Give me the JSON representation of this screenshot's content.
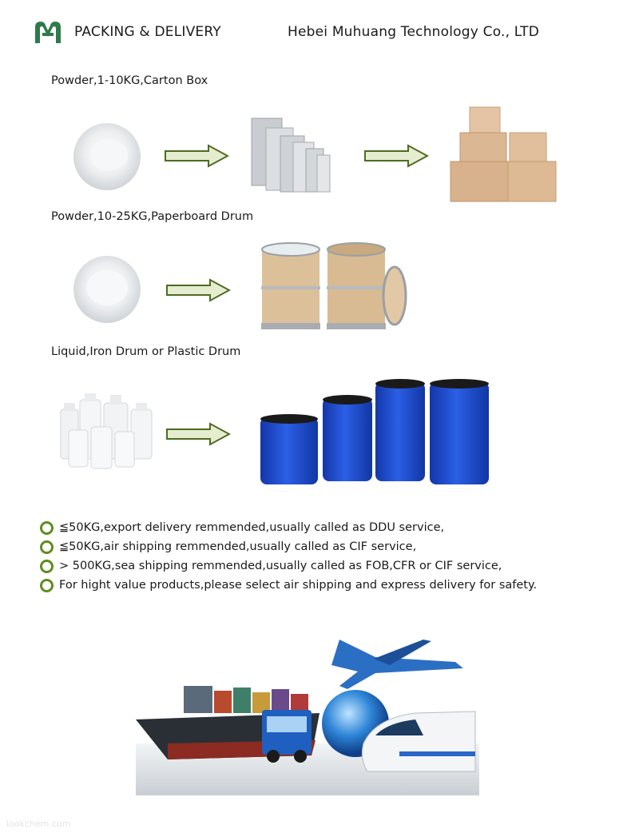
{
  "header": {
    "title": "PACKING & DELIVERY",
    "company": "Hebei Muhuang Technology Co., LTD",
    "logo_color": "#2e7a4a"
  },
  "sections": [
    {
      "label": "Powder,1-10KG,Carton Box"
    },
    {
      "label": "Powder,10-25KG,Paperboard Drum"
    },
    {
      "label": "Liquid,Iron Drum or Plastic Drum"
    }
  ],
  "notes": [
    "≦50KG,export delivery remmended,usually called as DDU service,",
    "≦50KG,air shipping remmended,usually called as CIF service,",
    "> 500KG,sea shipping remmended,usually called as FOB,CFR or CIF service,",
    "For hight value products,please select air shipping and express delivery for safety."
  ],
  "colors": {
    "bullet_ring": "#5f8d1f",
    "arrow_fill": "#e6ecd0",
    "arrow_stroke": "#4d6b22",
    "drum_blue": "#1d47c8"
  },
  "watermark": "lookchem.com"
}
